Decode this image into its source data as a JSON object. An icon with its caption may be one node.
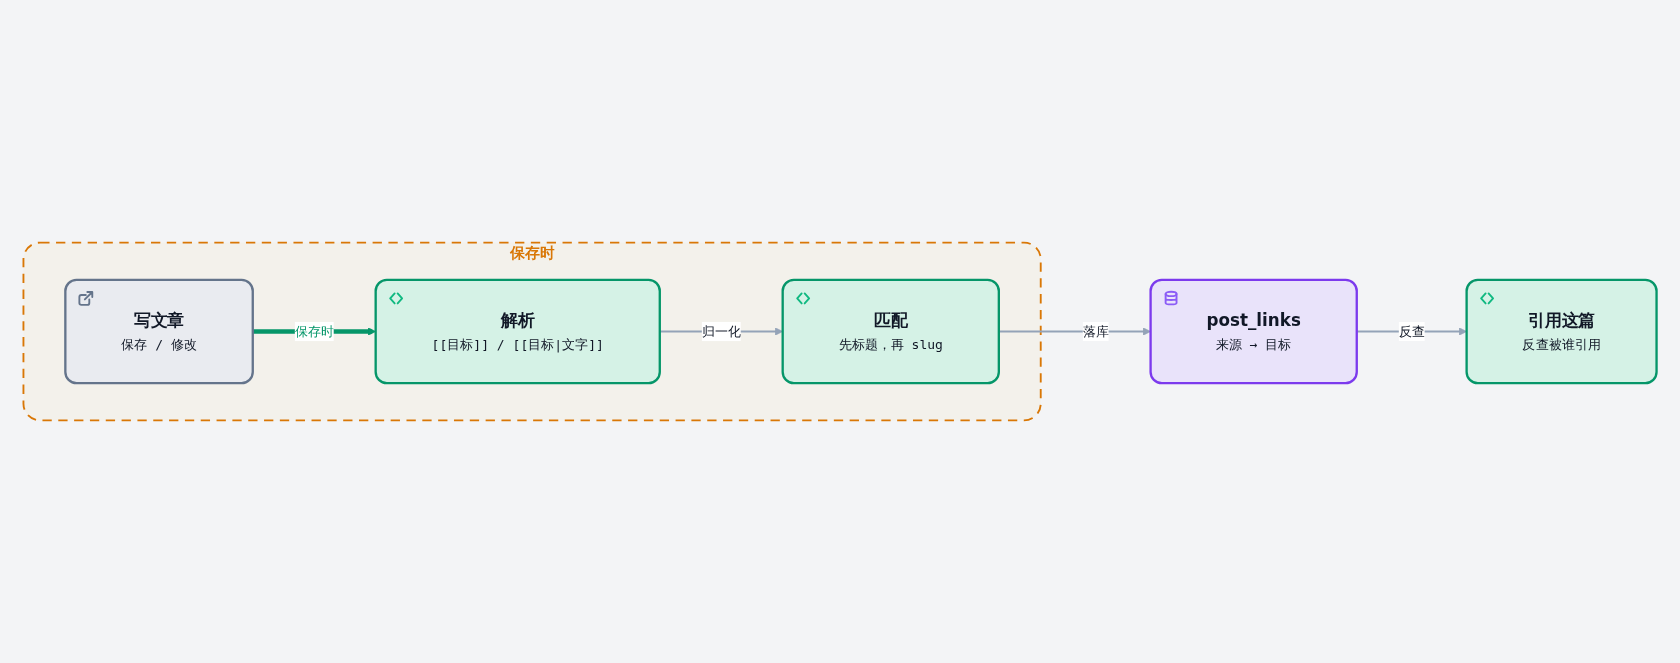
{
  "diagram": {
    "nodes": [
      {
        "text": [
          "保存时"
        ]
      },
      {
        "text": [
          "写文章",
          "保存 / 修改"
        ],
        "in": 0
      },
      {
        "text": [
          "解析",
          "[[目标]] / [[目标|文字]]"
        ],
        "in": 0
      },
      {
        "text": [
          "匹配",
          "先标题，再 slug"
        ],
        "in": 0
      },
      {
        "text": [
          "post_links",
          "来源 → 目标"
        ]
      },
      {
        "text": [
          "引用这篇",
          "反查被谁引用"
        ]
      }
    ],
    "edges": [
      {
        "from": 1,
        "to": 2,
        "arrow": "to",
        "label": "保存时",
        "style": "thick",
        "color": "#059669"
      },
      {
        "from": 2,
        "to": 3,
        "arrow": "to",
        "label": "归一化"
      },
      {
        "from": 3,
        "to": 4,
        "arrow": "to",
        "label": "落库"
      },
      {
        "from": 4,
        "to": 5,
        "arrow": "to",
        "label": "反查"
      }
    ]
  }
}
